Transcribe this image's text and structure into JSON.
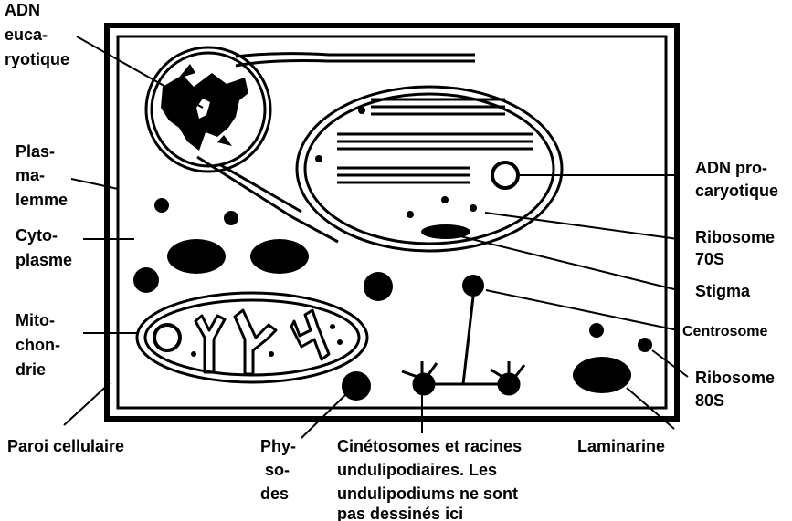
{
  "colors": {
    "ink": "#000000",
    "paper": "#ffffff"
  },
  "labels": {
    "adn_euca": [
      "ADN",
      "euca-",
      "ryotique"
    ],
    "plasmalemme": [
      "Plas-",
      "ma-",
      "lemme"
    ],
    "cytoplasme": [
      "Cyto-",
      "plasme"
    ],
    "mitochondrie": [
      "Mito-",
      "chon-",
      "drie"
    ],
    "paroi": "Paroi cellulaire",
    "physodes": [
      "Phy-",
      "so-",
      "des"
    ],
    "cinetosomes": [
      "Cinétosomes et racines",
      "undulipodiaires. Les",
      "undulipodiums ne sont",
      "pas dessinés ici"
    ],
    "laminarine": "Laminarine",
    "adn_proca": [
      "ADN pro-",
      "caryotique"
    ],
    "ribosome70": [
      "Ribosome",
      "70S"
    ],
    "stigma": "Stigma",
    "centrosome": "Centrosome",
    "ribosome80": [
      "Ribosome",
      "80S"
    ]
  }
}
